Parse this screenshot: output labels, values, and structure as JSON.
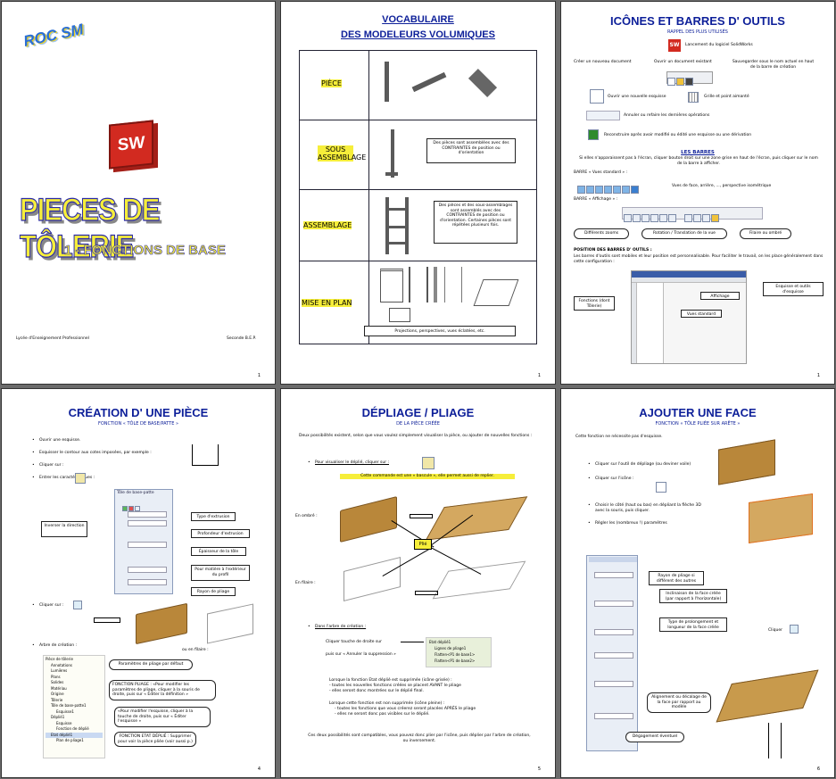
{
  "colors": {
    "title_blue": "#0d1f99",
    "plate_brown": "#b9873a",
    "sw_red": "#d22a20",
    "yellow": "#f6ee3a"
  },
  "p1": {
    "logo": "ROC SM",
    "sw": "SW",
    "title": "PIECES DE TÔLERIE",
    "subtitle": "1 - FONCTIONS DE BASE",
    "footer_left": "Lycée d'Enseignement Professionnel",
    "footer_right": "Seconde  B.E.P.",
    "num": "1"
  },
  "p2": {
    "title1": "VOCABULAIRE",
    "title2": "DES MODELEURS VOLUMIQUES",
    "rows": [
      {
        "label": "PIÈCE",
        "note": ""
      },
      {
        "label": "SOUS ASSEMBLAGE",
        "note": "Des pièces sont assemblées avec des CONTRAINTES de position ou d'orientation"
      },
      {
        "label": "ASSEMBLAGE",
        "note": "Des pièces et des sous-assemblages sont assemblés avec des CONTRAINTES de position ou d'orientation. Certaines pièces sont répétées plusieurs fois."
      },
      {
        "label": "MISE EN PLAN",
        "note": "Projections, perspectives, vues éclatées, etc."
      }
    ],
    "num": "1"
  },
  "p3": {
    "title": "ICÔNES ET BARRES D' OUTILS",
    "sub": "RAPPEL DES PLUS UTILISÉS",
    "launch": "Lancement du logiciel SolidWorks",
    "new": "Créer un nouveau document",
    "open": "Ouvrir un document existant",
    "save": "Sauvegarder sous le nom actuel en haut de la barre de création",
    "sketch": "Ouvrir une nouvelle esquisse",
    "grid": "Grille et point aimanté",
    "undo": "Annuler ou refaire les dernières opérations",
    "rebuild": "Reconstruire après avoir modifié ou édité une esquisse ou une dérivation",
    "bars_title": "LES BARRES",
    "bars_text": "Si elles n'apparaissent pas à l'écran, cliquer bouton droit sur une zone grise en haut de l'écran, puis cliquer sur le nom de la barre à afficher.",
    "std_label": "BARRE « Vues standard » :",
    "std_text": "Vues de face, arrière, ..., perspective isométrique",
    "aff_label": "BARRE « Affichage » :",
    "zoom": "Différents zooms",
    "rotate": "Rotation / Translation de la vue",
    "shade": "Filaire ou ombré",
    "pos_title": "POSITION DES BARRES D' OUTILS :",
    "pos_text": "Les barres d'outils sont mobiles et leur position est personnalisable. Pour faciliter le travail, on les place généralement dans cette configuration :",
    "fonctions": "Fonctions (dont Tôlerie)",
    "affichage": "Affichage",
    "vues": "Vues standard",
    "esquisse": "Esquisse et outils d'esquisse",
    "num": "1"
  },
  "p4": {
    "title": "CRÉATION D' UNE PIÈCE",
    "sub": "FONCTION « TÔLE DE BASE/PATTE »",
    "b1": "Ouvrir une esquisse.",
    "b2": "Esquisser le contour aux cotes imposées, par exemple :",
    "b3": "Cliquer sur :",
    "b4": "Entrer les caractéristiques :",
    "panel_title": "Tôle de base-patte",
    "inv": "Inverser la direction",
    "type": "Type d'extrusion",
    "prof": "Profondeur d'extrusion",
    "ep": "Épaisseur de la tôle",
    "mat": "Pour matière à l'extérieur du profil",
    "rayon": "Rayon de pliage",
    "b5": "Cliquer sur :",
    "ou": "ou en filaire :",
    "b6": "Arbre de création :",
    "tree": [
      "Pièce de tôlerie",
      "Annotations",
      "Lumières",
      "Plans",
      "Solides",
      "Matériau",
      "Origine",
      "Tôlerie",
      "Tôle de base-patte1",
      "Esquisse1",
      "Déplié1",
      "Esquisse",
      "Fonction de déplié",
      "Etat déplié1",
      "Plan de pliage1"
    ],
    "c1": "Paramètres de pliage par défaut",
    "c2": "FONCTION PLIAGE : «Pour modifier les paramètres de pliage, cliquer à la souris de droite, puis sur « Éditer la définition »",
    "c3": "«Pour modifier l'esquisse, cliquer à la touche de droite, puis sur « Éditer l'esquisse »",
    "c4": "FONCTION ETAT DÉPLIÉ : Supprimer pour voir la pièce pliée (voir aussi p.)",
    "num": "4"
  },
  "p5": {
    "title": "DÉPLIAGE / PLIAGE",
    "sub": "DE LA PIÈCE CRÉÉE",
    "intro": "Deux possibilités existent, selon que vous voulez simplement visualiser la pièce, ou ajouter de nouvelles fonctions :",
    "b1": "Pour visualiser le déplié, cliquer sur :",
    "note": "Cette commande est une « bascule », elle permet aussi de replier.",
    "ombre": "En ombré :",
    "filaire": "En filaire :",
    "plie": "Plié",
    "b2": "Dans l'arbre de création :",
    "t1": "Cliquer touche de droite sur",
    "t2": "puis sur « Annuler la suppression »",
    "tree": [
      "Etat déplié1",
      "Lignes de pliage1",
      "Flatten<P1 de base1>",
      "Flatten<P1 de base2>"
    ],
    "p1": "Lorsque la fonction Etat déplié est supprimée (icône grisée) :",
    "p2": "- toutes les nouvelles fonctions créées se placent AVANT le pliage",
    "p3": "- elles seront donc montrées sur le déplié final.",
    "p4": "Lorsque cette fonction est non supprimée (icône pleine) :",
    "p5": "- toutes les fonctions que vous créerez seront placées APRÈS le pliage",
    "p6": "- elles ne seront donc pas visibles sur le déplié.",
    "end": "Ces deux possibilités sont compatibles, vous pouvez donc plier par l'icône, puis déplier par l'arbre de création, ou inversement.",
    "num": "5"
  },
  "p6": {
    "title": "AJOUTER UNE FACE",
    "sub": "FONCTION « TÔLE PLIÉE SUR ARÊTE »",
    "intro": "Cette fonction ne nécessite pas d'esquisse.",
    "b1": "Cliquer sur l'outil de dépliage (ou deviner voile)",
    "b2": "Cliquer sur l'icône :",
    "b3": "Choisir le côté (haut ou bas) en dépliant la flèche 3D avec la souris, puis cliquer.",
    "b4": "Régler les (nombreux !) paramètres",
    "r1": "Rayon de pliage si différent des autres",
    "r2": "Inclinaison de la face créée (par rapport à l'horizontale)",
    "r3": "Type de prolongement et longueur de la face créée",
    "r4": "Alignement ou décalage de la face par rapport au modèle",
    "r5": "Dégagement éventuel",
    "click": "Cliquer",
    "num": "6"
  }
}
